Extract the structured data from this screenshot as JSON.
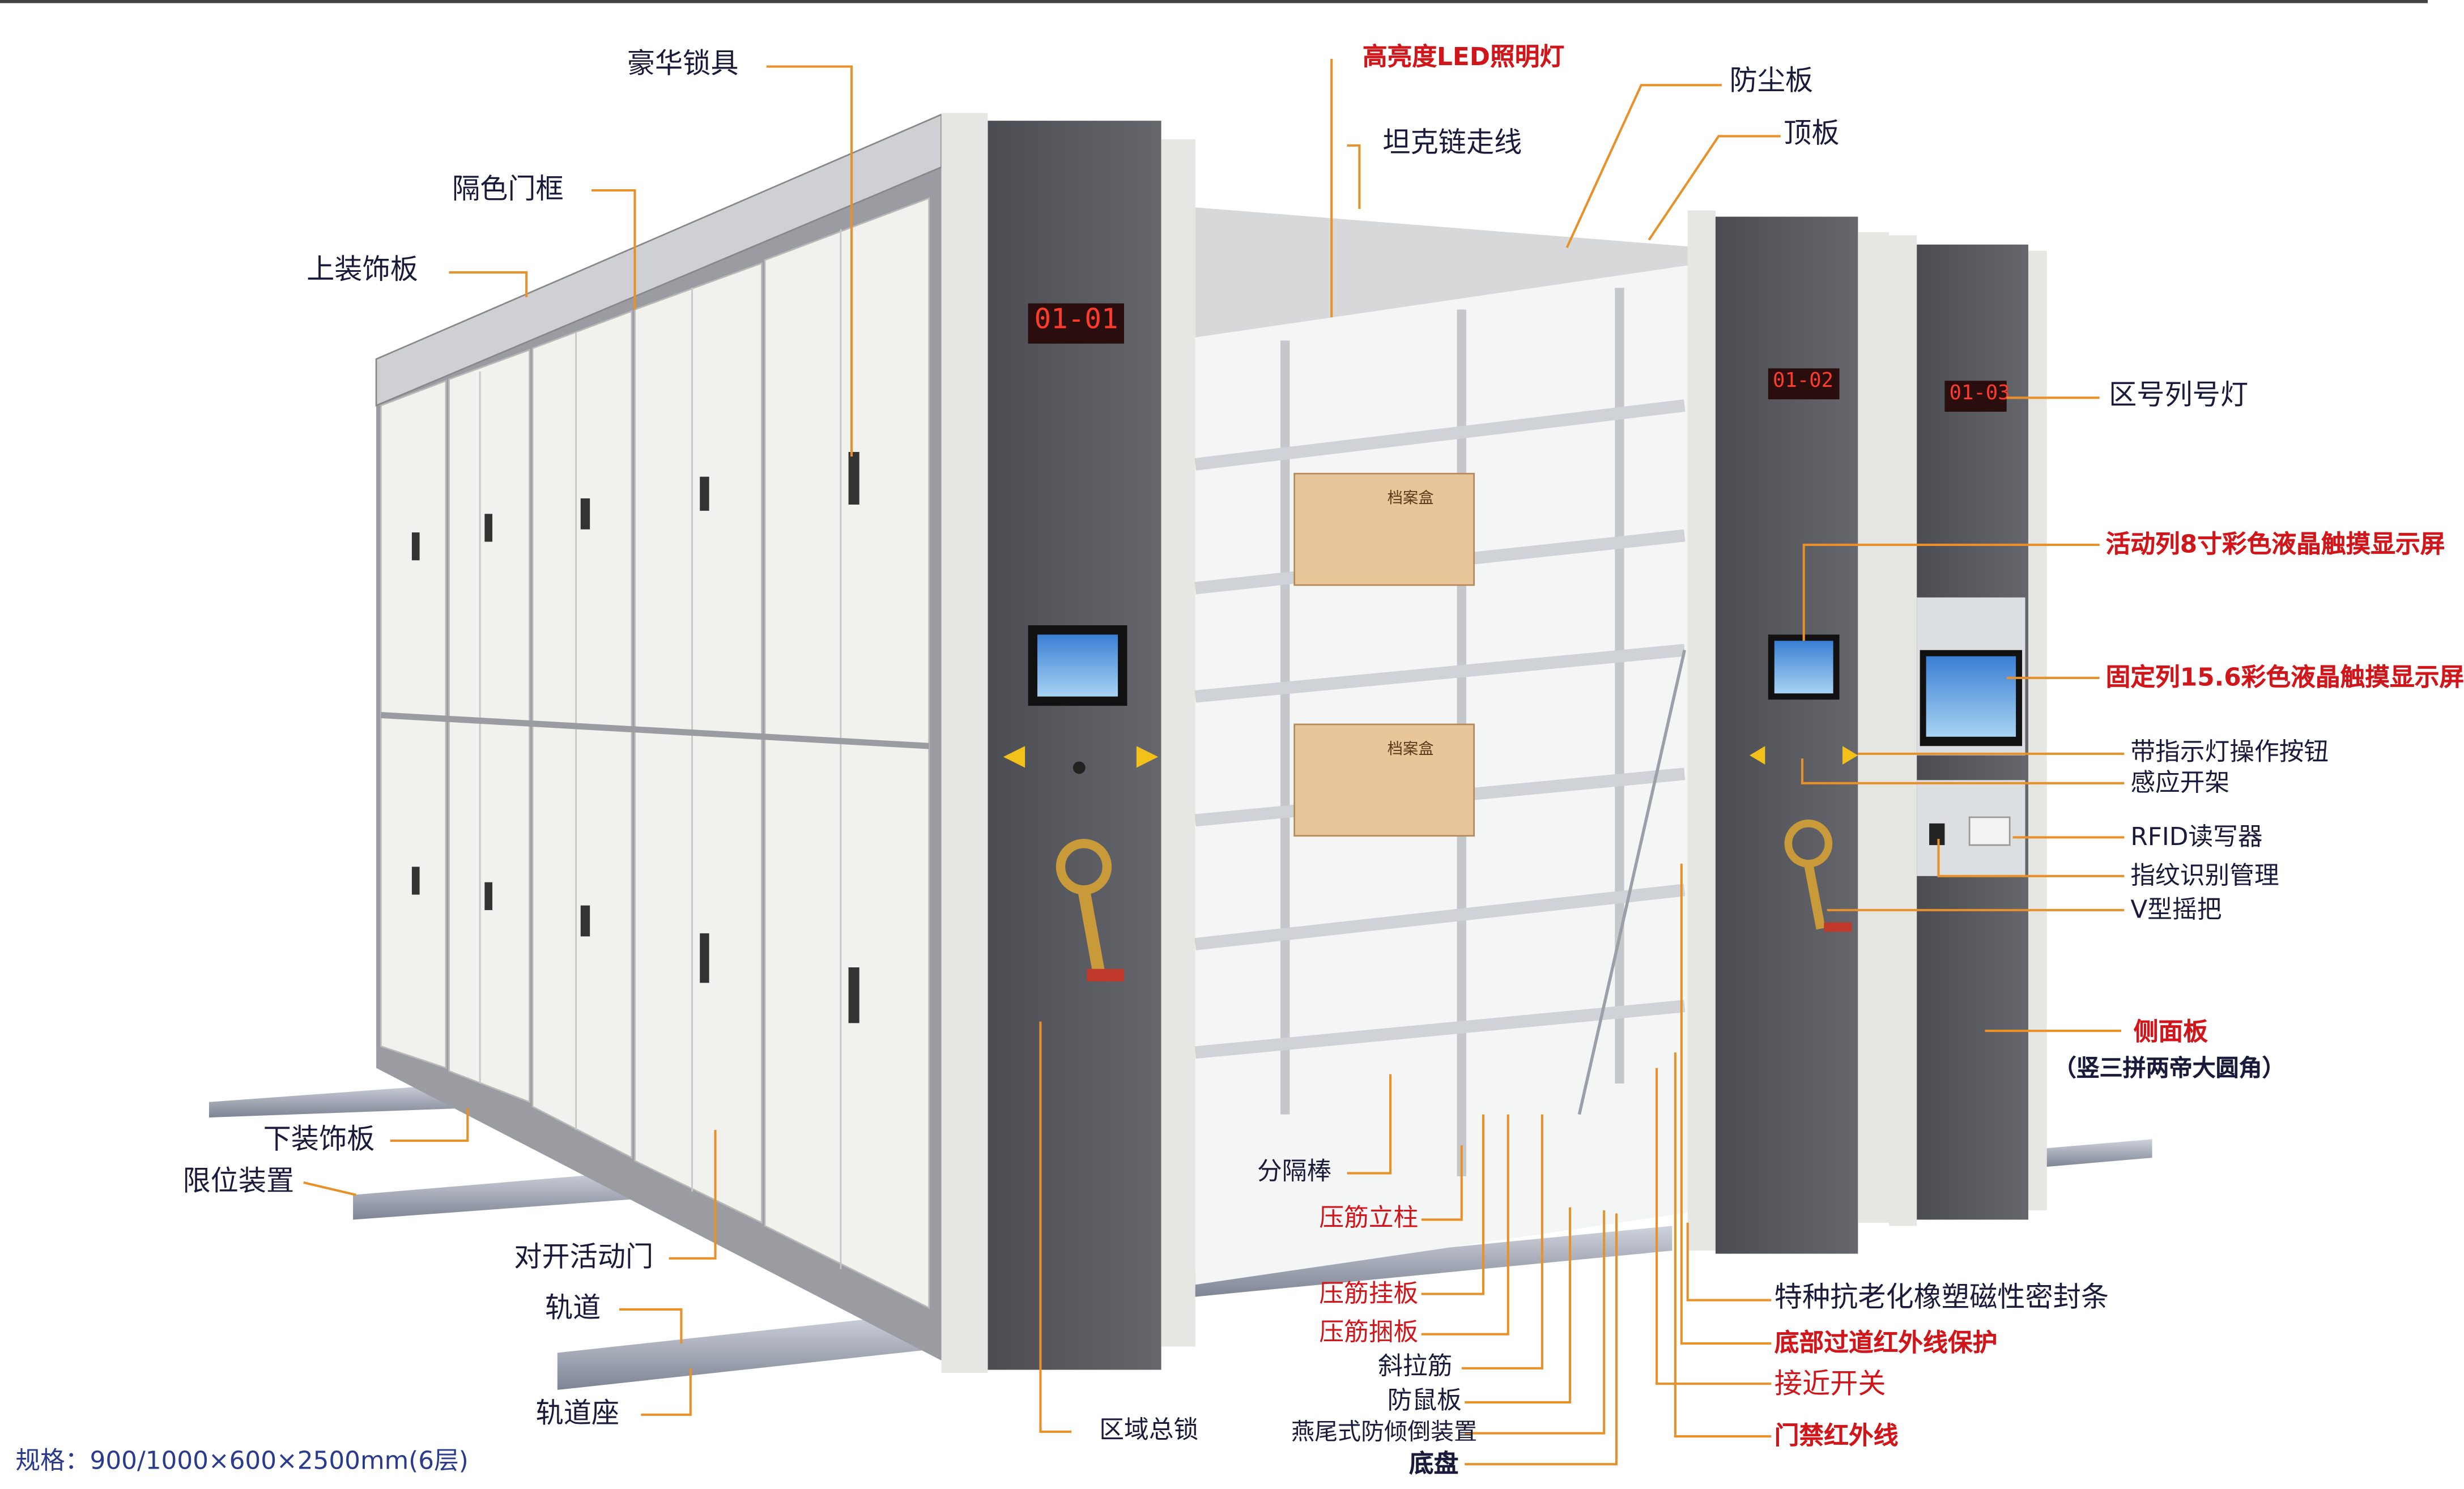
{
  "displays": {
    "col1": "01-01",
    "col2": "01-02",
    "col3": "01-03"
  },
  "boxes": {
    "box_upper": "档案盒",
    "box_lower": "档案盒"
  },
  "labels": {
    "lock": "豪华锁具",
    "door_frame": "隔色门框",
    "top_panel": "上装饰板",
    "led": "高亮度LED照明灯",
    "tank_chain": "坦克链走线",
    "dust_cover": "防尘板",
    "top_board": "顶板",
    "zone_light": "区号列号灯",
    "mobile_screen": "活动列8寸彩色液晶触摸显示屏",
    "fixed_screen": "固定列15.6彩色液晶触摸显示屏",
    "buttons": "带指示灯操作按钮",
    "sensor": "感应开架",
    "rfid": "RFID读写器",
    "fingerprint": "指纹识别管理",
    "handle": "V型摇把",
    "side_panel": "侧面板",
    "side_panel_note": "（竖三拼两帝大圆角）",
    "bottom_panel": "下装饰板",
    "limit": "限位装置",
    "doors": "对开活动门",
    "track": "轨道",
    "track_base": "轨道座",
    "divider": "分隔棒",
    "upright": "压筋立柱",
    "hang_board": "压筋挂板",
    "bundle_board": "压筋捆板",
    "brace": "斜拉筋",
    "rat_guard": "防鼠板",
    "anti_tip": "燕尾式防倾倒装置",
    "chassis": "底盘",
    "zone_lock": "区域总锁",
    "seal": "特种抗老化橡塑磁性密封条",
    "bottom_ir": "底部过道红外线保护",
    "proximity": "接近开关",
    "door_ir": "门禁红外线"
  },
  "spec": "规格：900/1000×600×2500mm(6层)",
  "colors": {
    "leader": "#e8902a",
    "red_label": "#d0161a",
    "panel": "#5a5c62",
    "door": "#f2f2ee",
    "display": "#e0251c"
  }
}
